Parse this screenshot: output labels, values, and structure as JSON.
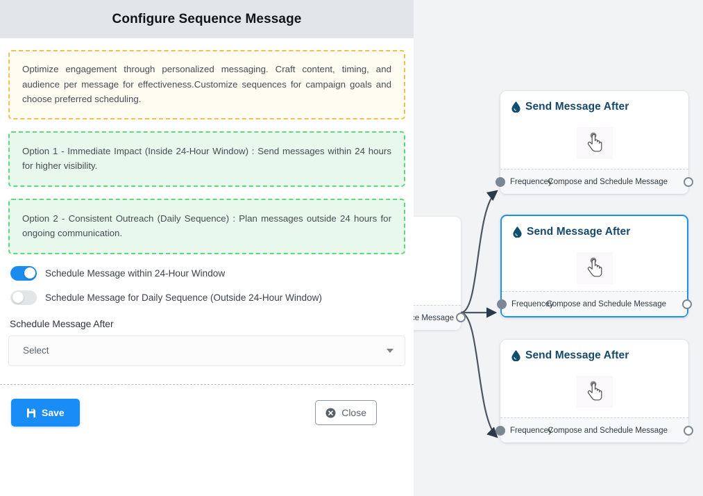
{
  "panel": {
    "title": "Configure Sequence Message",
    "callouts": [
      {
        "kind": "info",
        "text": "Optimize engagement through personalized messaging. Craft content, timing, and audience per message for effectiveness.Customize sequences for campaign goals and choose preferred scheduling."
      },
      {
        "kind": "ok",
        "text": "Option 1 - Immediate Impact (Inside 24-Hour Window) : Send messages within 24 hours for higher visibility."
      },
      {
        "kind": "ok",
        "text": "Option 2 - Consistent Outreach (Daily Sequence) : Plan messages outside 24 hours for ongoing communication."
      }
    ],
    "toggles": [
      {
        "label": "Schedule Message within 24-Hour Window",
        "state": "on"
      },
      {
        "label": "Schedule Message for Daily Sequence (Outside 24-Hour Window)",
        "state": "off"
      }
    ],
    "schedule_field": {
      "label": "Schedule Message After",
      "value": "Select"
    },
    "footer": {
      "save_label": "Save",
      "save_icon": "save-floppy-icon",
      "close_label": "Close",
      "close_icon": "close-circle-icon"
    }
  },
  "canvas": {
    "background_color": "#f2f3f5",
    "edge_color": "#4a5560",
    "selected_border_color": "#1a90e8",
    "partial_node": {
      "footer_right": "ce Message"
    },
    "nodes": [
      {
        "title": "Send Message After",
        "title_icon": "water-drop-icon",
        "body_icon": "pointing-hand-icon",
        "footer_left": "Frequencey",
        "footer_right": "Compose and Schedule Message",
        "selected": false
      },
      {
        "title": "Send Message After",
        "title_icon": "water-drop-icon",
        "body_icon": "pointing-hand-icon",
        "footer_left": "Frequencey",
        "footer_right": "Compose and Schedule Message",
        "selected": true
      },
      {
        "title": "Send Message After",
        "title_icon": "water-drop-icon",
        "body_icon": "pointing-hand-icon",
        "footer_left": "Frequencey",
        "footer_right": "Compose and Schedule Message",
        "selected": false
      }
    ]
  }
}
